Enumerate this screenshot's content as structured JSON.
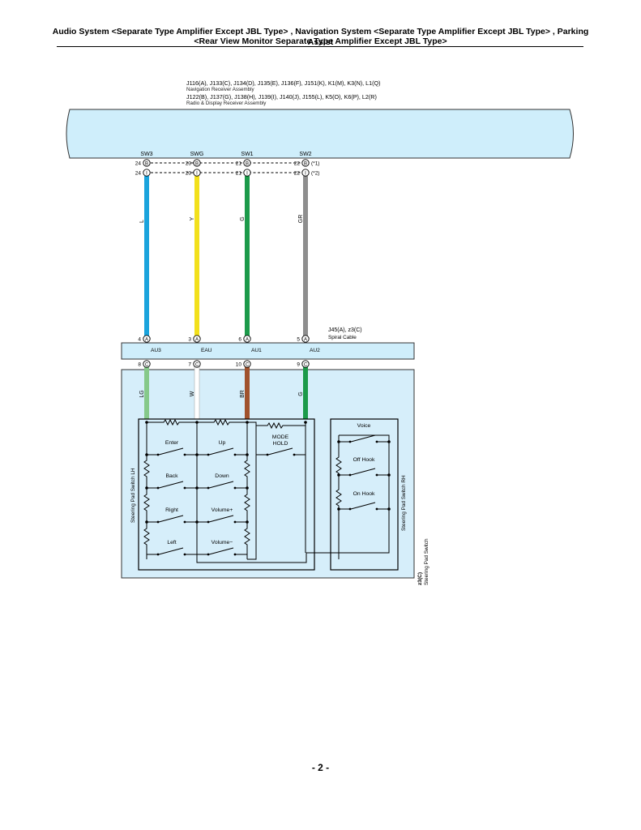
{
  "header": {
    "line1": "Audio System <Separate Type Amplifier Except JBL Type> , Navigation System <Separate Type Amplifier Except JBL Type> , Parking Assist",
    "line2": "<Rear View Monitor Separate Type Amplifier Except JBL Type>"
  },
  "receiver": {
    "connectors_nav": "J116(A), J133(C), J134(D), J135(E), J136(F), J151(K), K1(M), K3(N), L1(Q)",
    "name_nav": "Navigation Receiver Assembly",
    "connectors_radio": "J122(B), J137(G), J138(H), J139(I), J140(J), J155(L), K5(O), K6(P), L2(R)",
    "name_radio": "Radio & Display Receiver Assembly",
    "signals": [
      "SW3",
      "SWG",
      "SW1",
      "SW2"
    ],
    "pins_row1": [
      "24",
      "23",
      "21",
      "22"
    ],
    "pins_row2": [
      "24",
      "23",
      "21",
      "22"
    ],
    "conn_row1": "B",
    "conn_row2": "I",
    "note1": "(*1)",
    "note2": "(*2)"
  },
  "wires_upper": [
    {
      "label": "L",
      "color": "#1aa3dc"
    },
    {
      "label": "Y",
      "color": "#f2e01c"
    },
    {
      "label": "G",
      "color": "#1c9a4a"
    },
    {
      "label": "GR",
      "color": "#8e8e8e"
    }
  ],
  "spiral": {
    "connector": "J45(A), z3(C)",
    "name": "Spiral Cable",
    "top_pins": [
      "4",
      "3",
      "6",
      "5"
    ],
    "top_conn": "A",
    "terms": [
      "AU3",
      "EAU",
      "AU1",
      "AU2"
    ],
    "bottom_pins": [
      "8",
      "7",
      "10",
      "9"
    ],
    "bottom_conn": "C"
  },
  "wires_lower": [
    {
      "label": "LG",
      "color": "#86c98a"
    },
    {
      "label": "W",
      "color": "#ffffff"
    },
    {
      "label": "BR",
      "color": "#a0522d"
    },
    {
      "label": "G",
      "color": "#1c9a4a"
    }
  ],
  "switch_lh": {
    "title": "Steering Pad Switch LH",
    "labels": [
      "Enter",
      "Up",
      "Back",
      "Down",
      "Right",
      "Volume+",
      "Left",
      "Volume−"
    ],
    "mode": "MODE",
    "hold": "HOLD"
  },
  "switch_rh": {
    "title": "Steering Pad Switch RH",
    "labels": [
      "Voice",
      "Off Hook",
      "On Hook"
    ]
  },
  "pad": {
    "connector": "z3(C)",
    "name": "Steering Pad Switch"
  },
  "page": {
    "number": "- 2 -"
  },
  "colors": {
    "panel_fill": "#cfeefb",
    "module_fill": "#d6eefa"
  }
}
